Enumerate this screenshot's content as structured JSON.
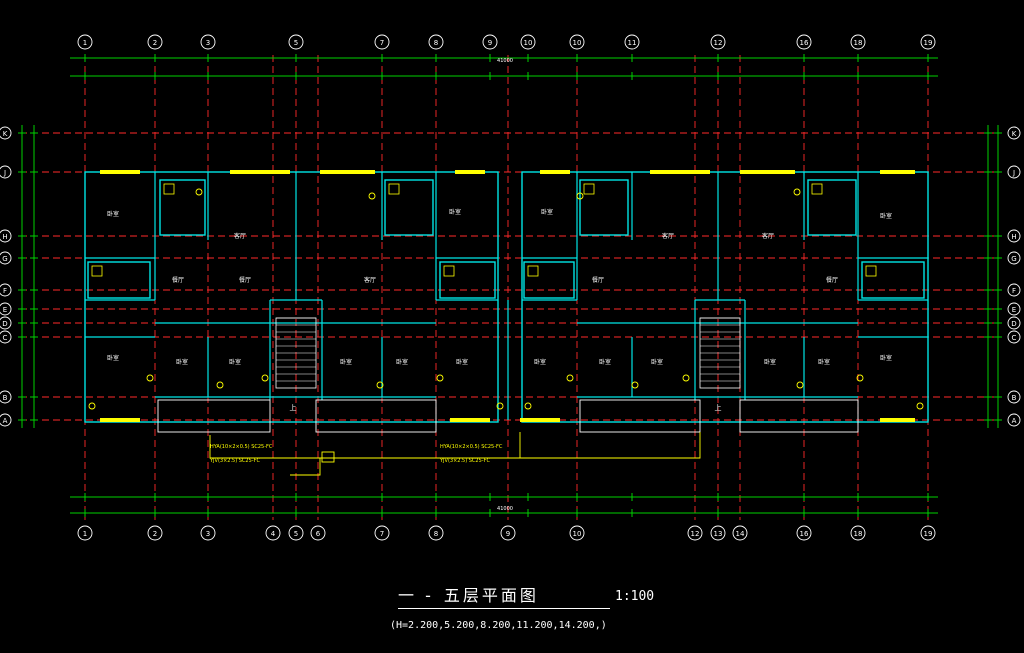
{
  "drawing": {
    "title_prefix": "一 -",
    "title": "五层平面图",
    "scale": "1:100",
    "elevation_note": "(H=2.200,5.200,8.200,11.200,14.200,)",
    "overall_dimension": "41000"
  },
  "axes": {
    "columns_top": [
      "1",
      "2",
      "3",
      "5",
      "7",
      "8",
      "9",
      "10",
      "10",
      "11",
      "12",
      "16",
      "18",
      "19"
    ],
    "columns_bottom": [
      "1",
      "2",
      "3",
      "4",
      "5",
      "6",
      "7",
      "8",
      "9",
      "10",
      "12",
      "13",
      "14",
      "16",
      "18",
      "19"
    ],
    "rows_left": [
      "K",
      "J",
      "H",
      "G",
      "F",
      "E",
      "D",
      "C",
      "B",
      "A"
    ],
    "rows_right": [
      "K",
      "J",
      "H",
      "G",
      "F",
      "E",
      "D",
      "C",
      "B",
      "A"
    ]
  },
  "room_labels": [
    "卧室",
    "客厅",
    "卧室",
    "客厅",
    "卧室",
    "客厅",
    "卧室",
    "客厅",
    "餐厅",
    "餐厅",
    "餐厅",
    "餐厅",
    "卧室",
    "卧室",
    "卧室",
    "卧室",
    "卧室",
    "卧室",
    "卧室",
    "卧室",
    "卧室",
    "卧室",
    "卧室",
    "卧室"
  ],
  "tags": {
    "stair_up": "上",
    "wiring_note_left": "HYA(10×2×0.5) SC25-FC",
    "wiring_note_left2": "YJV(3×2.5) SC25-FC",
    "wiring_note_right": "HYA(10×2×0.5) SC25-FC",
    "wiring_note_right2": "YJV(3×2.5) SC25-FC"
  },
  "colors": {
    "background": "#000000",
    "grid_axis": "#ff2a2a",
    "wall": "#00e5e5",
    "dimension": "#00d000",
    "fixture": "#ffff00",
    "text": "#ffffff"
  }
}
